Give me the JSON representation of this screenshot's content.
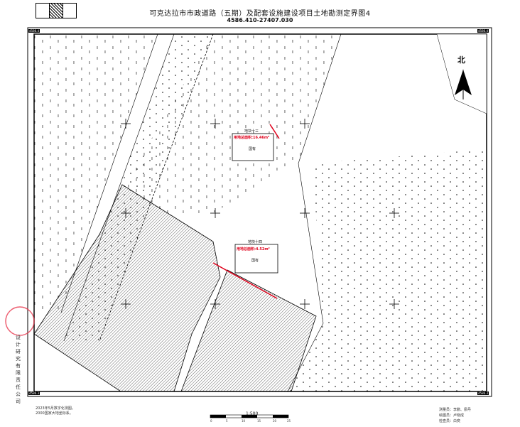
{
  "map": {
    "title": "可克达拉市市政道路（五期）及配套设施建设项目土地勘测定界图4",
    "sheet_number": "4586.410-27407.030",
    "north_label": "北",
    "scale_label": "1:500",
    "scale_tick_labels": [
      "0",
      "5",
      "10",
      "15",
      "20",
      "25"
    ],
    "footer_left": [
      "2023年5月数字化测图。",
      "2000国家大地坐标系。"
    ],
    "footer_right": [
      "测量员：李鹏、廖丹",
      "绘图员：卢晓成",
      "检查员：白奕"
    ],
    "stamp_text": "设计研究有限责任公司",
    "corner_labels": {
      "top_left": "4586.4",
      "top_right": "4586.4",
      "bottom_left": "4586.3",
      "bottom_right": "4586.3"
    },
    "parcels": [
      {
        "name": "地块十三",
        "area": "用地总面积:16.46m²",
        "class": "国有"
      },
      {
        "name": "地块十四",
        "area": "用地总面积:4.52m²",
        "class": "国有"
      }
    ],
    "colors": {
      "ink": "#000000",
      "boundary_red": "#e0001b",
      "hatch": "#000000",
      "stamp_red": "#e8384f"
    }
  }
}
